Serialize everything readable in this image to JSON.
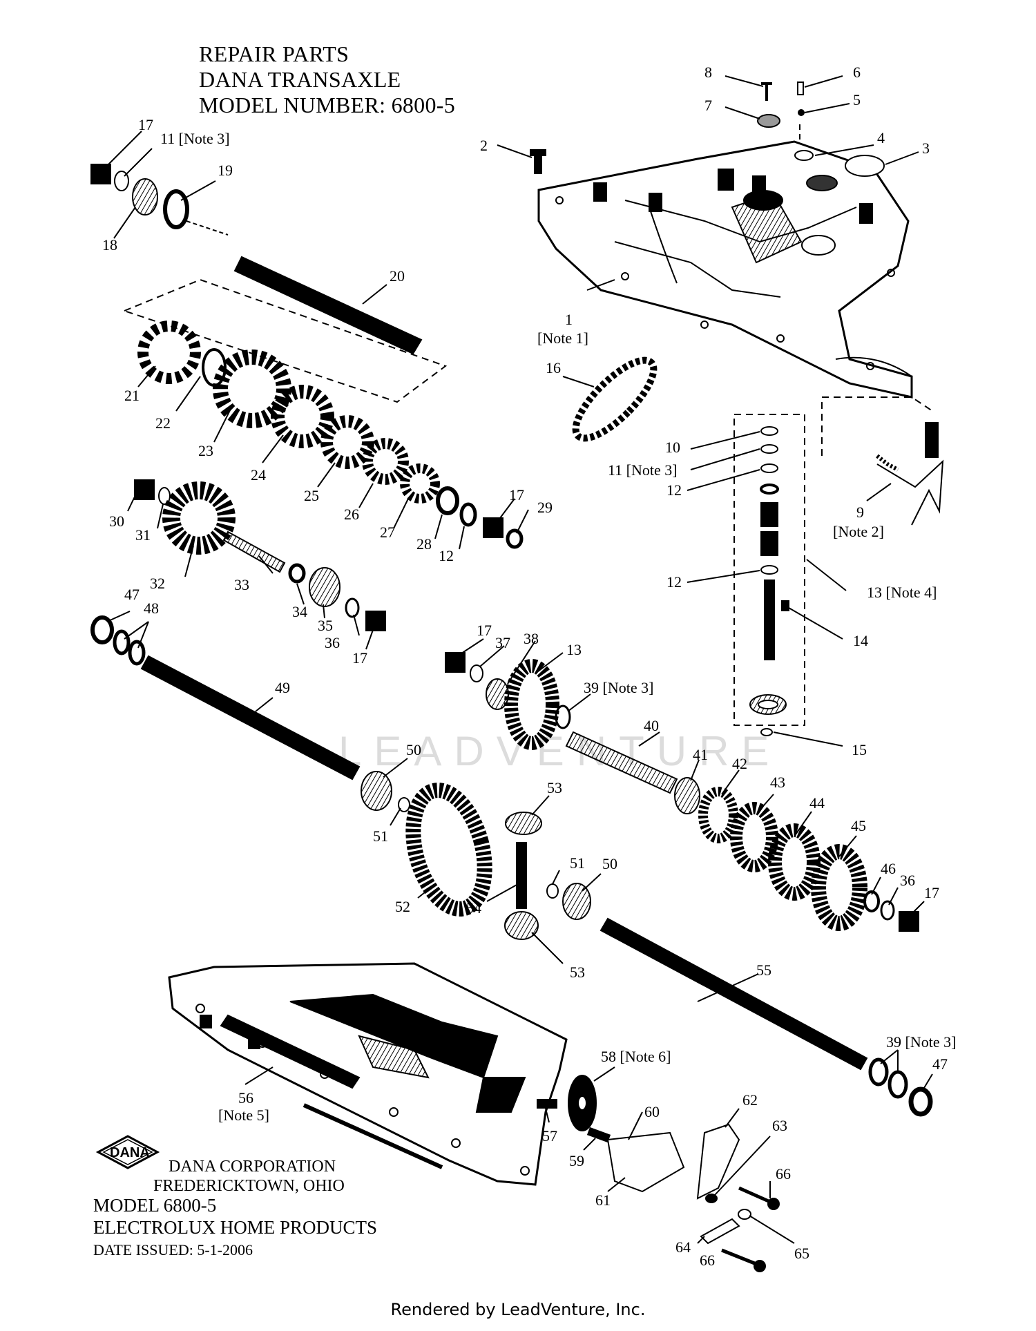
{
  "header": {
    "line1": "REPAIR PARTS",
    "line2": "DANA TRANSAXLE",
    "line3": "MODEL NUMBER: 6800-5"
  },
  "watermark": "LEADVENTURE",
  "callouts": [
    {
      "id": "c1",
      "text": "1"
    },
    {
      "id": "c1n",
      "text": "[Note 1]"
    },
    {
      "id": "c2",
      "text": "2"
    },
    {
      "id": "c3",
      "text": "3"
    },
    {
      "id": "c4",
      "text": "4"
    },
    {
      "id": "c5",
      "text": "5"
    },
    {
      "id": "c6",
      "text": "6"
    },
    {
      "id": "c7",
      "text": "7"
    },
    {
      "id": "c8",
      "text": "8"
    },
    {
      "id": "c9",
      "text": "9"
    },
    {
      "id": "c9n",
      "text": "[Note 2]"
    },
    {
      "id": "c10",
      "text": "10"
    },
    {
      "id": "c11a",
      "text": "11 [Note 3]"
    },
    {
      "id": "c11b",
      "text": "11 [Note 3]"
    },
    {
      "id": "c12a",
      "text": "12"
    },
    {
      "id": "c12b",
      "text": "12"
    },
    {
      "id": "c12c",
      "text": "12"
    },
    {
      "id": "c13a",
      "text": "13 [Note 4]"
    },
    {
      "id": "c13b",
      "text": "13"
    },
    {
      "id": "c14",
      "text": "14"
    },
    {
      "id": "c15",
      "text": "15"
    },
    {
      "id": "c16",
      "text": "16"
    },
    {
      "id": "c17a",
      "text": "17"
    },
    {
      "id": "c17b",
      "text": "17"
    },
    {
      "id": "c17c",
      "text": "17"
    },
    {
      "id": "c17d",
      "text": "17"
    },
    {
      "id": "c17e",
      "text": "17"
    },
    {
      "id": "c18",
      "text": "18"
    },
    {
      "id": "c19",
      "text": "19"
    },
    {
      "id": "c20",
      "text": "20"
    },
    {
      "id": "c21",
      "text": "21"
    },
    {
      "id": "c22",
      "text": "22"
    },
    {
      "id": "c23",
      "text": "23"
    },
    {
      "id": "c24",
      "text": "24"
    },
    {
      "id": "c25",
      "text": "25"
    },
    {
      "id": "c26",
      "text": "26"
    },
    {
      "id": "c27",
      "text": "27"
    },
    {
      "id": "c28",
      "text": "28"
    },
    {
      "id": "c29",
      "text": "29"
    },
    {
      "id": "c30",
      "text": "30"
    },
    {
      "id": "c31",
      "text": "31"
    },
    {
      "id": "c32",
      "text": "32"
    },
    {
      "id": "c33",
      "text": "33"
    },
    {
      "id": "c34",
      "text": "34"
    },
    {
      "id": "c35",
      "text": "35"
    },
    {
      "id": "c36a",
      "text": "36"
    },
    {
      "id": "c36b",
      "text": "36"
    },
    {
      "id": "c37",
      "text": "37"
    },
    {
      "id": "c38",
      "text": "38"
    },
    {
      "id": "c39a",
      "text": "39 [Note 3]"
    },
    {
      "id": "c39b",
      "text": "39 [Note 3]"
    },
    {
      "id": "c40",
      "text": "40"
    },
    {
      "id": "c41",
      "text": "41"
    },
    {
      "id": "c42",
      "text": "42"
    },
    {
      "id": "c43",
      "text": "43"
    },
    {
      "id": "c44",
      "text": "44"
    },
    {
      "id": "c45",
      "text": "45"
    },
    {
      "id": "c46",
      "text": "46"
    },
    {
      "id": "c47a",
      "text": "47"
    },
    {
      "id": "c47b",
      "text": "47"
    },
    {
      "id": "c48",
      "text": "48"
    },
    {
      "id": "c49",
      "text": "49"
    },
    {
      "id": "c50a",
      "text": "50"
    },
    {
      "id": "c50b",
      "text": "50"
    },
    {
      "id": "c51a",
      "text": "51"
    },
    {
      "id": "c51b",
      "text": "51"
    },
    {
      "id": "c52",
      "text": "52"
    },
    {
      "id": "c53a",
      "text": "53"
    },
    {
      "id": "c53b",
      "text": "53"
    },
    {
      "id": "c54",
      "text": "54"
    },
    {
      "id": "c55",
      "text": "55"
    },
    {
      "id": "c56",
      "text": "56"
    },
    {
      "id": "c56n",
      "text": "[Note 5]"
    },
    {
      "id": "c57",
      "text": "57"
    },
    {
      "id": "c58",
      "text": "58 [Note 6]"
    },
    {
      "id": "c59",
      "text": "59"
    },
    {
      "id": "c60",
      "text": "60"
    },
    {
      "id": "c61",
      "text": "61"
    },
    {
      "id": "c62",
      "text": "62"
    },
    {
      "id": "c63",
      "text": "63"
    },
    {
      "id": "c64",
      "text": "64"
    },
    {
      "id": "c65",
      "text": "65"
    },
    {
      "id": "c66a",
      "text": "66"
    },
    {
      "id": "c66b",
      "text": "66"
    }
  ],
  "logo": {
    "text": "DANA"
  },
  "footer": {
    "company": "DANA CORPORATION",
    "city": "FREDERICKTOWN, OHIO",
    "model": "MODEL 6800-5",
    "maker": "ELECTROLUX HOME PRODUCTS",
    "date": "DATE ISSUED: 5-1-2006"
  },
  "rendered_by": "Rendered by LeadVenture, Inc."
}
